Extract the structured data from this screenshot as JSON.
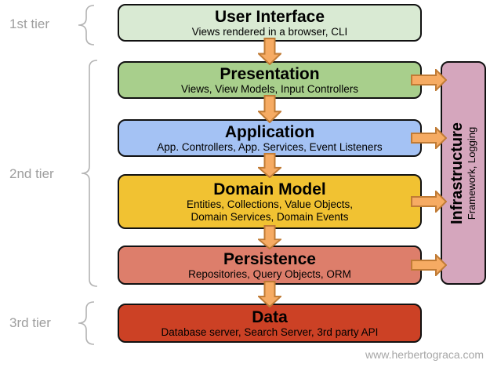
{
  "tiers": [
    {
      "label": "1st tier"
    },
    {
      "label": "2nd tier"
    },
    {
      "label": "3rd tier"
    }
  ],
  "layers": [
    {
      "id": "user-interface",
      "title": "User Interface",
      "subtitle": "Views rendered in a browser, CLI",
      "color": "#d9ead3"
    },
    {
      "id": "presentation",
      "title": "Presentation",
      "subtitle": "Views, View Models, Input Controllers",
      "color": "#a8cf8c"
    },
    {
      "id": "application",
      "title": "Application",
      "subtitle": "App. Controllers, App. Services, Event Listeners",
      "color": "#a4c2f4"
    },
    {
      "id": "domain-model",
      "title": "Domain Model",
      "subtitle": "Entities, Collections, Value Objects,",
      "subtitle2": "Domain Services, Domain Events",
      "color": "#f1c232"
    },
    {
      "id": "persistence",
      "title": "Persistence",
      "subtitle": "Repositories, Query Objects, ORM",
      "color": "#dd7e6b"
    },
    {
      "id": "data",
      "title": "Data",
      "subtitle": "Database server, Search Server, 3rd party API",
      "color": "#cc4125"
    }
  ],
  "infrastructure": {
    "title": "Infrastructure",
    "subtitle": "Framework, Logging",
    "color": "#d5a6bd"
  },
  "footer": {
    "text": "www.herbertograca.com"
  },
  "colors": {
    "arrow_fill": "#f6ab63",
    "arrow_stroke": "#c07b35",
    "tier_label_gray": "#9e9e9e",
    "brace_gray": "#b3b3b3",
    "box_border": "#111111"
  }
}
